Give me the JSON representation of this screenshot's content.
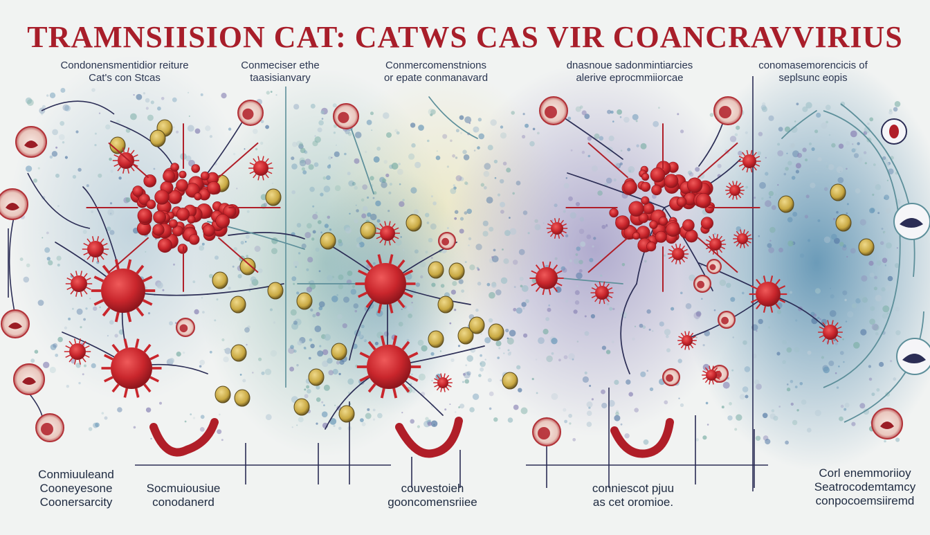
{
  "title": "TRAMNSIISION CAT: CATWS CAS VIR COANCRAVVIRIUS",
  "top_labels": [
    {
      "line1": "Condonensmentidior reiture",
      "line2": "Cat's con Stcas"
    },
    {
      "line1": "Conmeciser ethe",
      "line2": "taasisianvary"
    },
    {
      "line1": "Conmercomenstnions",
      "line2": "or epate conmanavard"
    },
    {
      "line1": "dnasnoue sadonmintiarcies",
      "line2": "alerive eprocmmiiorcae"
    },
    {
      "line1": "conomasemorencicis of",
      "line2": "seplsunc eopis"
    }
  ],
  "bottom_labels": [
    {
      "lines": [
        "Conmiuuleand",
        "Cooneyesone",
        "Coonersarcity"
      ]
    },
    {
      "lines": [
        "Socmuiousiue",
        "conodanerd"
      ]
    },
    {
      "lines": [
        "couvestoieh",
        "gooncomensriiee"
      ]
    },
    {
      "lines": [
        "conniescot pjuu",
        "as cet oromioe."
      ]
    },
    {
      "lines": [
        "Corl enemmoriioy",
        "Seatrocodemtamcy",
        "conpocoemsiiremd"
      ]
    }
  ],
  "colors": {
    "title": "#a81e2a",
    "virus_red": "#c9262c",
    "dark_line": "#2b2d55",
    "teal_line": "#5d8f9a",
    "cloud_blue": "#5f94b4",
    "cloud_teal": "#7fb0a8",
    "cloud_purple": "#8b7fb8",
    "olive": "#c8a842"
  },
  "icons": [
    "virus-cluster-icon",
    "virus-cell-icon",
    "infected-cell-icon",
    "olive-particle-icon",
    "cat-icon",
    "lab-sample-icon"
  ]
}
